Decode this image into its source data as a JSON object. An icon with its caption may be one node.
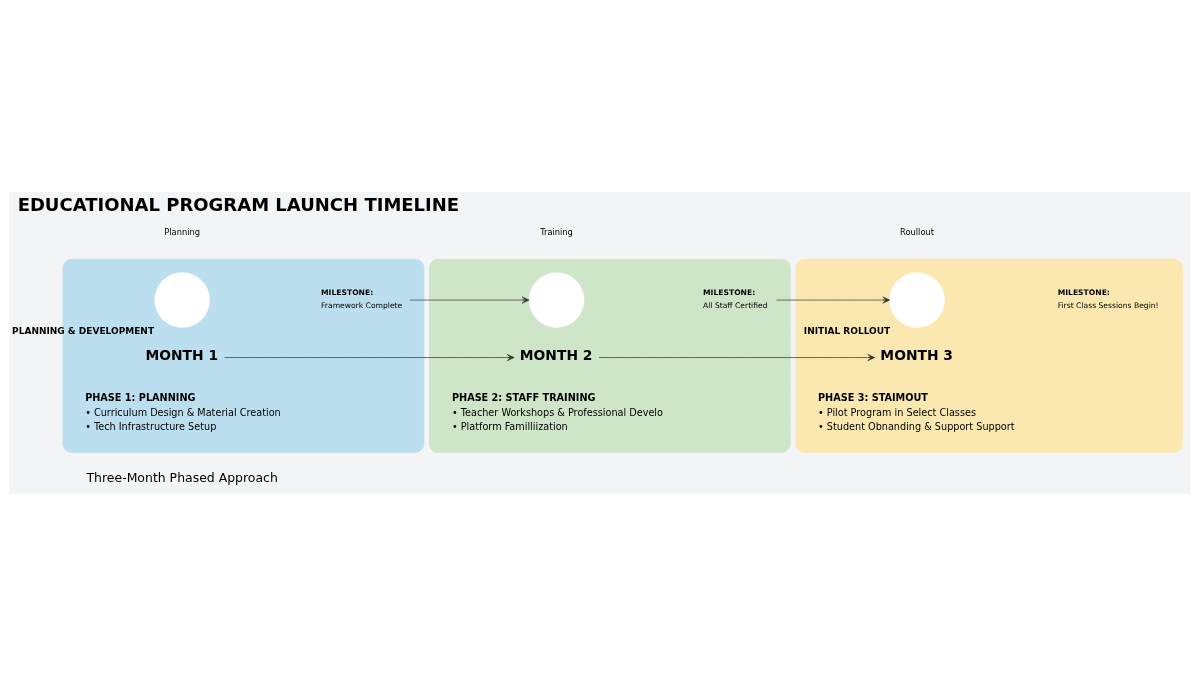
{
  "diagram": {
    "title": "EDUCATIONAL PROGRAM LAUNCH TIMELINE",
    "nodes": [
      {
        "text": [],
        "shape": "box"
      },
      {
        "text": [
          "MONTH 1"
        ],
        "in": 0
      },
      {
        "text": [],
        "shape": "circle",
        "in": 0,
        "beside": [
          "PLANNING & DEVELOPMENT"
        ]
      },
      {
        "text": [
          "MILESTONE:",
          "Framework Complete"
        ],
        "in": 0
      },
      {
        "text": [
          "PHASE 1: PLANNING",
          "• Curriculum Design & Material Creation",
          "• Tech Infrastructure Setup"
        ],
        "in": 0
      },
      {
        "text": [],
        "shape": "box"
      },
      {
        "text": [
          "MONTH 2"
        ],
        "in": 5
      },
      {
        "text": [],
        "shape": "circle",
        "in": 5
      },
      {
        "text": [
          "MILESTONE:",
          "All Staff Certified"
        ],
        "in": 5
      },
      {
        "text": [
          "PHASE 2: STAFF TRAINING",
          "• Teacher Workshops & Professional Develo",
          "• Platform Familliization"
        ],
        "in": 5
      },
      {
        "text": [],
        "shape": "box"
      },
      {
        "text": [
          "MONTH 3"
        ],
        "in": 10
      },
      {
        "text": [],
        "shape": "circle",
        "in": 10,
        "beside": [
          "INITIAL ROLLOUT"
        ]
      },
      {
        "text": [
          "MILESTONE:",
          "First Class Sessions Begin!"
        ],
        "in": 10
      },
      {
        "text": [
          "PHASE 3: STAIMOUT",
          "• Pilot Program in Select Classes",
          "• Student Obnanding & Support Support"
        ],
        "in": 10
      }
    ],
    "edges": [
      {
        "from": 1,
        "to": 6,
        "arrow": "to"
      },
      {
        "from": 6,
        "to": 11,
        "arrow": "to"
      },
      {
        "from": 3,
        "to": 7,
        "arrow": "to"
      },
      {
        "from": 8,
        "to": 12,
        "arrow": "to"
      }
    ],
    "labels": [
      "Three-Month Phased Approach"
    ],
    "legend": [
      {
        "text": "Planning"
      },
      {
        "text": "Training"
      },
      {
        "text": "Roullout"
      }
    ]
  }
}
